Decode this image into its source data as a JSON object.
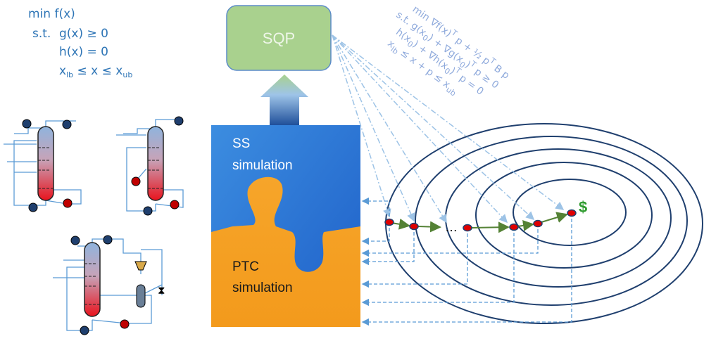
{
  "problem": {
    "line1": "min f(x)",
    "line2a": "s.t.",
    "line2b": "g(x) ≥  0",
    "line3": "h(x) = 0",
    "line4": {
      "x": "x",
      "lb": "lb",
      "mid": " ≤ x ≤ x",
      "ub": "ub"
    }
  },
  "qp_subproblem": {
    "line1": {
      "a": "min ∇f(x)",
      "T": "T",
      "b": " p + ½ p",
      "T2": "T",
      "c": " B p"
    },
    "line2": {
      "a": "s.t.  g(x",
      "s0": "0",
      "b": ") + ∇g(x",
      "s1": "0",
      "c": ")",
      "T": "T",
      "d": " p ≥ 0"
    },
    "line3": {
      "a": "h(x",
      "s0": "0",
      "b": ") + ∇h(x",
      "s1": "0",
      "c": ")",
      "T": "T",
      "d": " p = 0"
    },
    "line4": {
      "a": "x",
      "lb": "lb",
      "b": " ≤ x + p ≤ x",
      "ub": "ub"
    }
  },
  "sqp_box": {
    "label": "SQP",
    "color": "#a9d18e"
  },
  "puzzle": {
    "top_label_1": "SS",
    "top_label_2": "simulation",
    "bottom_label_1": "PTC",
    "bottom_label_2": "simulation",
    "blue": "#2f7fd6",
    "orange": "#f5a623"
  },
  "contour": {
    "ellipsis": "…",
    "optimum_symbol": "$",
    "point_color": "#e00000",
    "step_color": "#548235"
  },
  "columns": {
    "valve_symbol": "⧗"
  }
}
